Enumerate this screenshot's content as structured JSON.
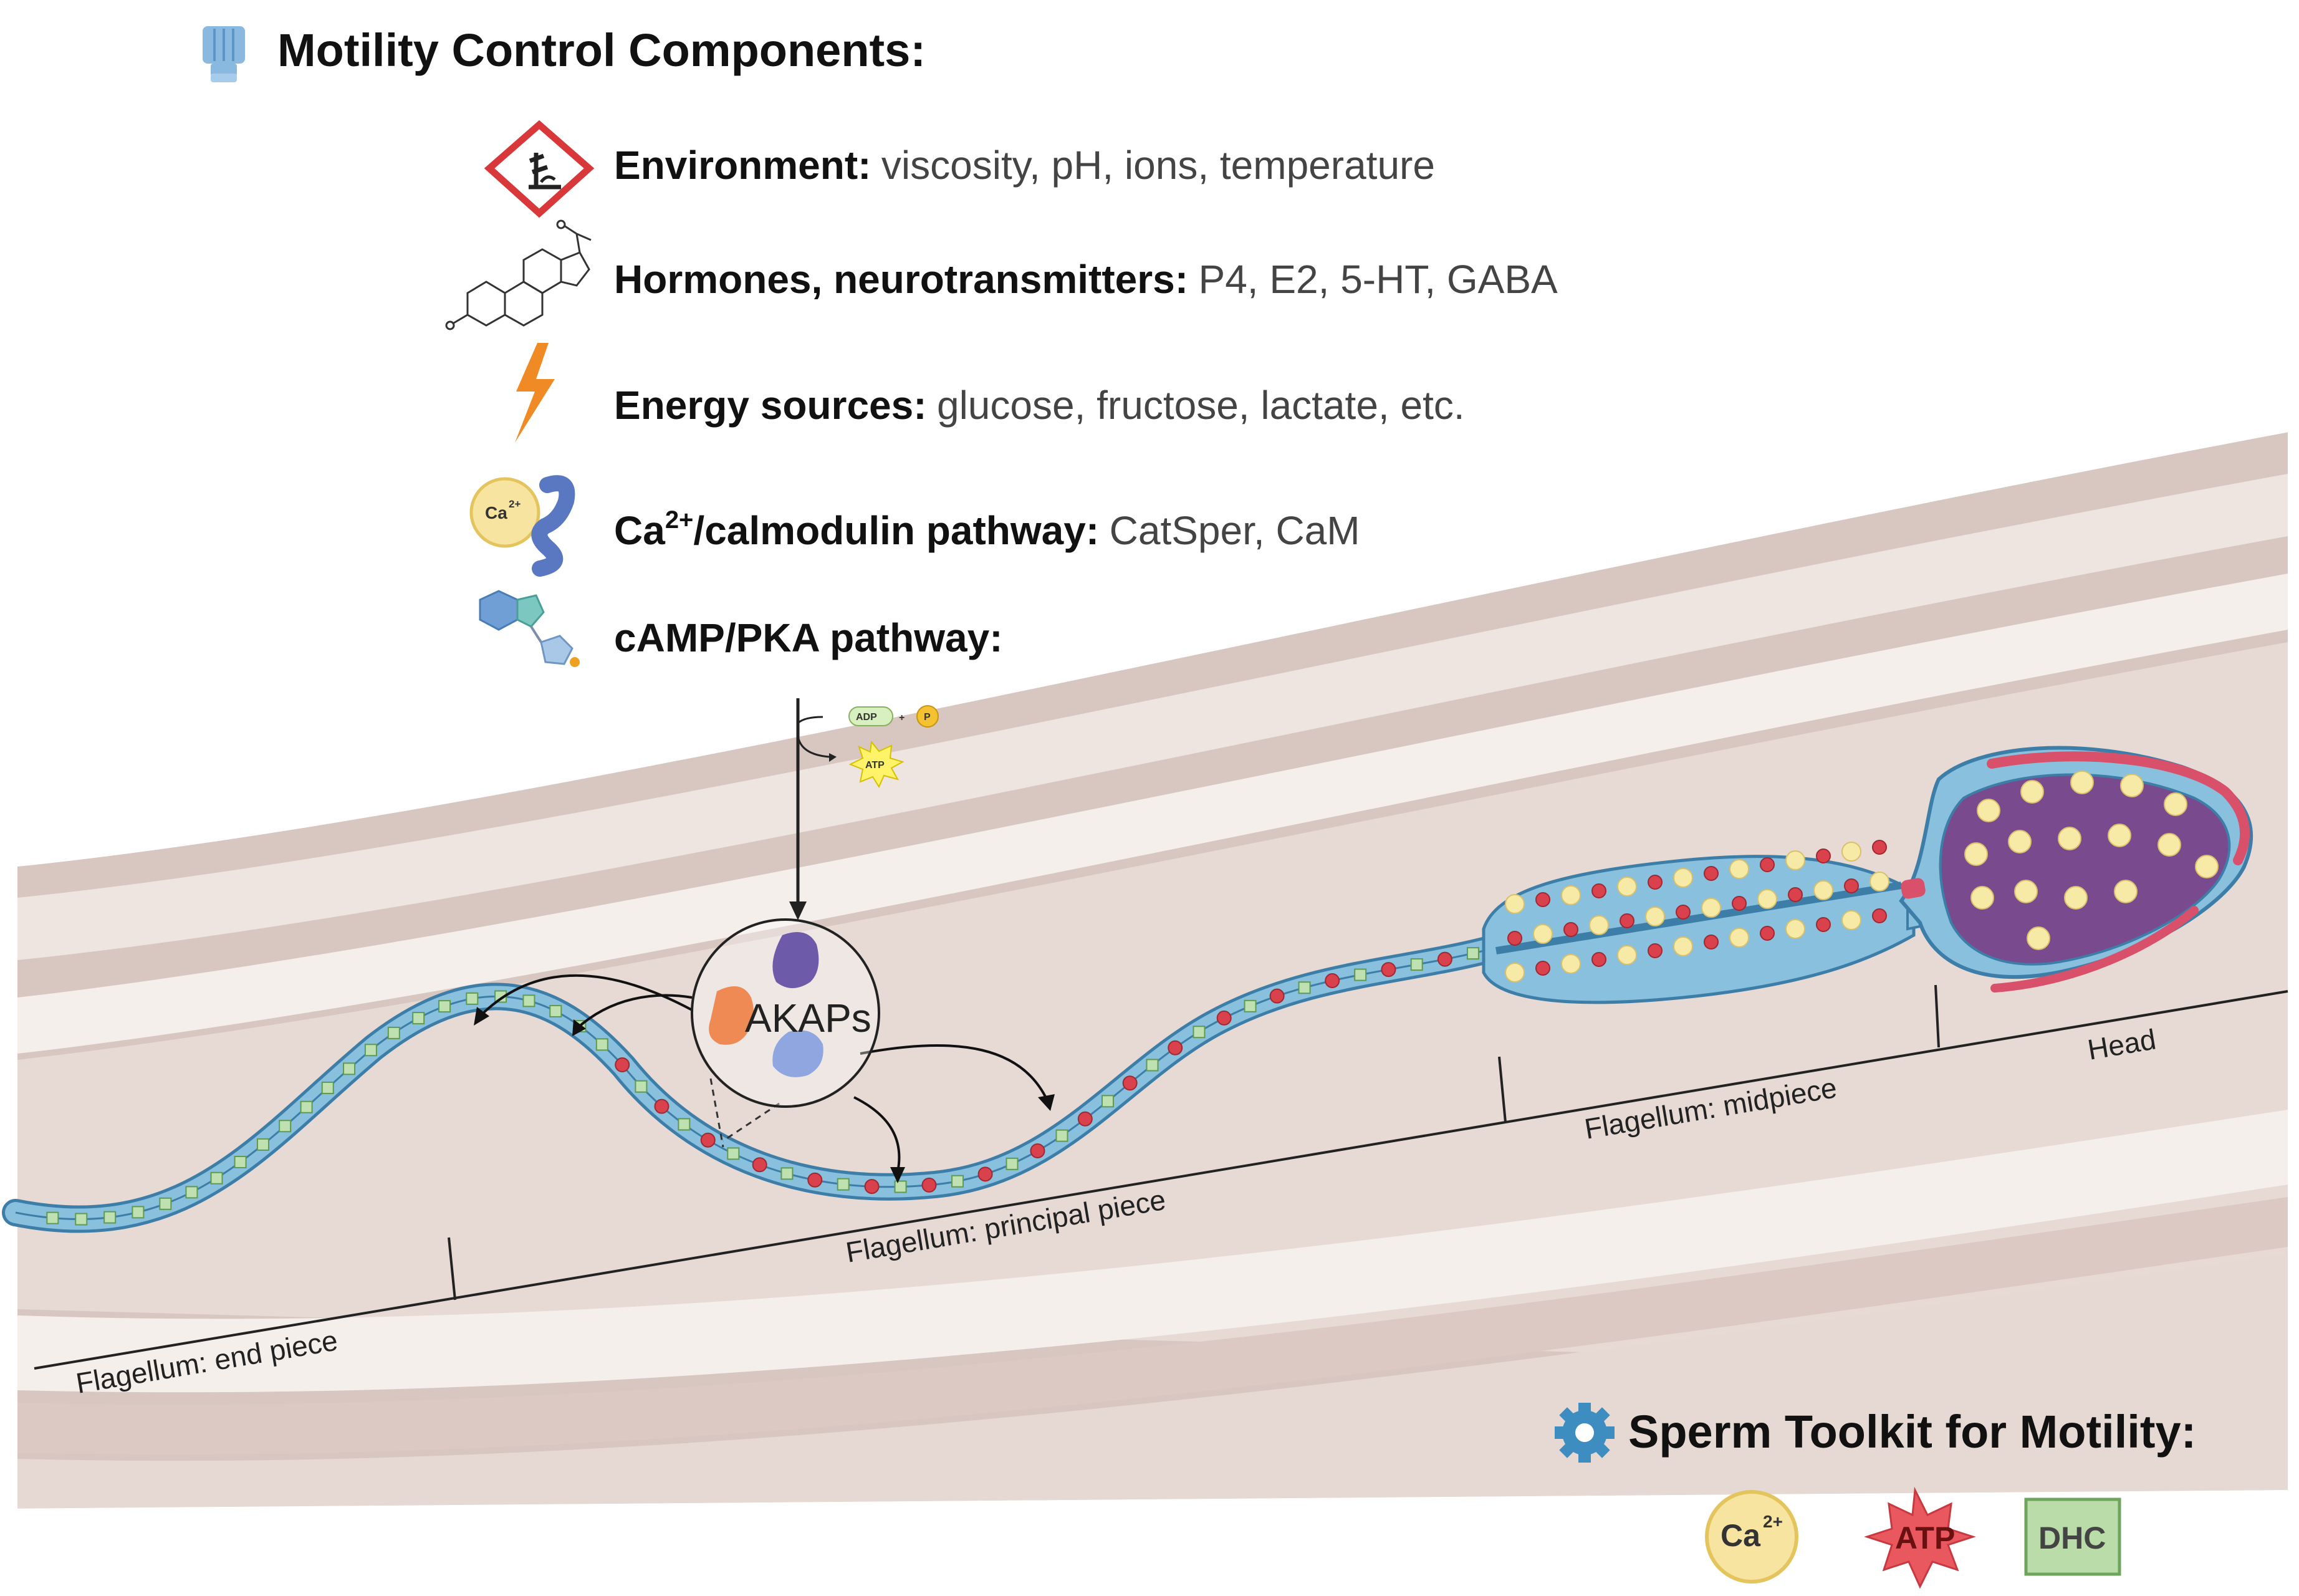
{
  "header": {
    "title": "Motility Control Components:"
  },
  "components": [
    {
      "icon": "environment-hazard-icon",
      "label": "Environment:",
      "detail": "viscosity, pH, ions, temperature"
    },
    {
      "icon": "steroid-molecule-icon",
      "label": "Hormones, neurotransmitters:",
      "detail": "P4, E2, 5-HT, GABA"
    },
    {
      "icon": "lightning-icon",
      "label": "Energy sources:",
      "detail": "glucose, fructose, lactate, etc."
    },
    {
      "icon": "calcium-calmodulin-icon",
      "label_pre": "Ca",
      "label_sup": "2+",
      "label_post": "/calmodulin pathway:",
      "detail": "CatSper, CaM"
    },
    {
      "icon": "camp-molecule-icon",
      "label": "cAMP/PKA pathway:",
      "detail": ""
    }
  ],
  "reaction": {
    "adp": "ADP",
    "plus": "+",
    "p": "P",
    "atp": "ATP"
  },
  "akaps": {
    "label": "AKAPs"
  },
  "sperm_segments": {
    "end_piece": "Flagellum: end piece",
    "principal_piece": "Flagellum: principal piece",
    "midpiece": "Flagellum: midpiece",
    "head": "Head"
  },
  "toolkit": {
    "title": "Sperm Toolkit for Motility:",
    "items": [
      {
        "name": "calcium",
        "text": "Ca",
        "sup": "2+",
        "color": "#f5dc8a"
      },
      {
        "name": "atp",
        "text": "ATP",
        "color": "#e8585e"
      },
      {
        "name": "dhc",
        "text": "DHC",
        "color": "#b9dca9"
      }
    ]
  },
  "colors": {
    "tract_dark": "#d6c3bd",
    "tract_light": "#efe5e1",
    "tract_mid": "#e6d9d4",
    "flagellum_blue": "#7fb6d6",
    "flagellum_edge": "#3d7ea8",
    "head_purple": "#7a4a8f",
    "pink_accent": "#d9506a",
    "yellow_dot": "#f7e9a6"
  }
}
